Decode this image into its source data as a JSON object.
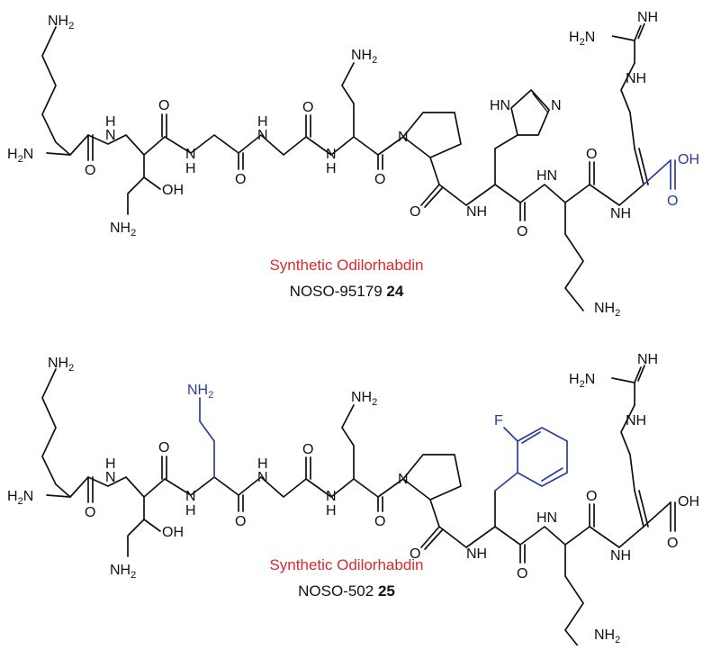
{
  "molecules": [
    {
      "title": "Synthetic Odilorhabdin",
      "code_prefix": "NOSO-95179 ",
      "code_number": "24",
      "labels": {
        "nh2_lys1_top": "NH",
        "nh2_lys1_top_sub": "2",
        "h2n_nterm": "H",
        "h2n_nterm_sub": "2",
        "h2n_nterm_n": "N",
        "nh_1": "N",
        "nh_1_h": "H",
        "o_1": "O",
        "o_2": "O",
        "oh_1": "OH",
        "nh2_dab": "NH",
        "nh2_dab_sub": "2",
        "nh_2": "N",
        "nh_2_h": "H",
        "o_3": "O",
        "nh_3": "N",
        "nh_3_h": "H",
        "o_4": "O",
        "nh2_orn": "NH",
        "nh2_orn_sub": "2",
        "nh_4": "N",
        "nh_4_h": "H",
        "o_5": "O",
        "n_pro": "N",
        "o_6": "O",
        "nh_5": "NH",
        "hn_imid": "HN",
        "n_imid": "N",
        "o_7": "O",
        "hn_6": "HN",
        "o_8": "O",
        "nh_7": "NH",
        "oh_cooh": "OH",
        "o_cooh": "O",
        "h2n_guan": "H",
        "h2n_guan_sub": "2",
        "h2n_guan_n": "N",
        "nh_guan": "NH",
        "nh_guan2": "NH",
        "nh2_lys2": "NH",
        "nh2_lys2_sub": "2"
      }
    },
    {
      "title": "Synthetic Odilorhabdin",
      "code_prefix": "NOSO-502 ",
      "code_number": "25",
      "labels": {
        "nh2_lys1_top": "NH",
        "nh2_lys1_top_sub": "2",
        "h2n_nterm": "H",
        "h2n_nterm_sub": "2",
        "h2n_nterm_n": "N",
        "nh_1": "N",
        "nh_1_h": "H",
        "o_1": "O",
        "o_2": "O",
        "oh_1": "OH",
        "nh2_dab": "NH",
        "nh2_dab_sub": "2",
        "nh2_blue": "NH",
        "nh2_blue_sub": "2",
        "nh_2": "N",
        "nh_2_h": "H",
        "o_3": "O",
        "nh_3": "N",
        "nh_3_h": "H",
        "o_4": "O",
        "nh2_orn": "NH",
        "nh2_orn_sub": "2",
        "nh_4": "N",
        "nh_4_h": "H",
        "o_5": "O",
        "n_pro": "N",
        "o_6": "O",
        "nh_5": "NH",
        "f": "F",
        "o_7": "O",
        "hn_6": "HN",
        "o_8": "O",
        "nh_7": "NH",
        "oh_cooh": "OH",
        "o_cooh": "O",
        "h2n_guan": "H",
        "h2n_guan_sub": "2",
        "h2n_guan_n": "N",
        "nh_guan": "NH",
        "nh_guan2": "NH",
        "nh2_lys2": "NH",
        "nh2_lys2_sub": "2"
      }
    }
  ],
  "colors": {
    "bond": "#111111",
    "highlight": "#2b3d9e",
    "title": "#d8292f"
  }
}
